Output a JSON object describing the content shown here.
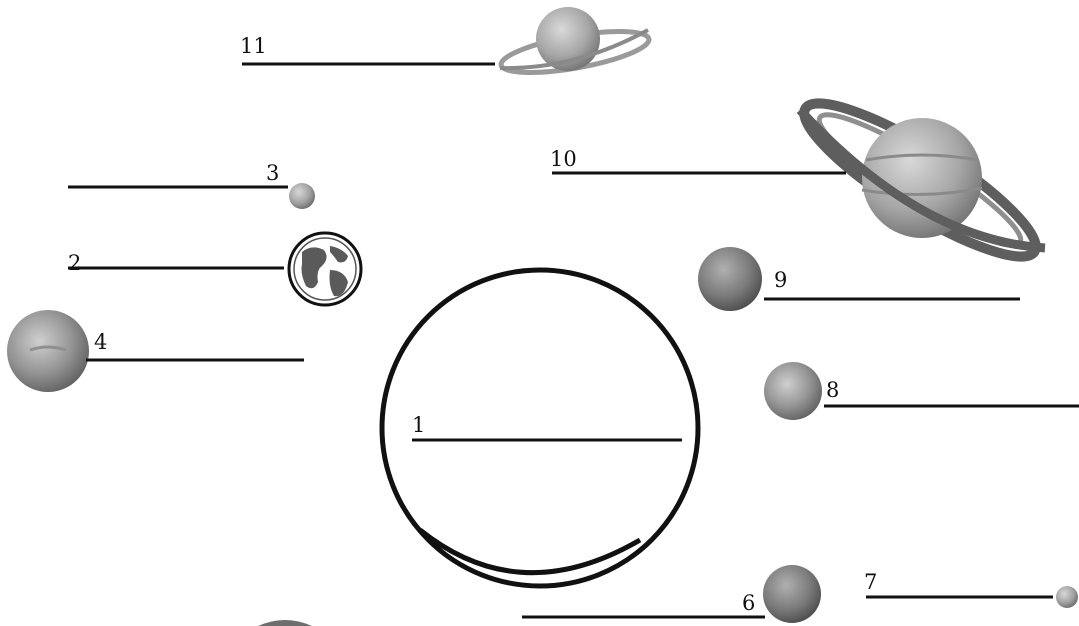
{
  "labels": {
    "n1": "1",
    "n2": "2",
    "n3": "3",
    "n4": "4",
    "n6": "6",
    "n7": "7",
    "n8": "8",
    "n9": "9",
    "n10": "10",
    "n11": "11"
  },
  "colors": {
    "ink": "#111111",
    "sun_fill": "#ffffff",
    "planet_light": "#d2d2d2",
    "planet_mid": "#a3a3a3",
    "planet_dark": "#6e6e6e"
  }
}
